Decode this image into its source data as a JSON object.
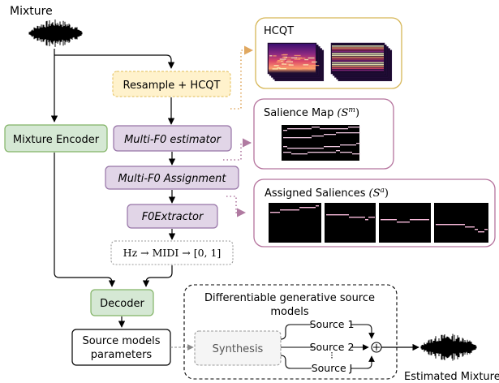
{
  "labels": {
    "mixture": "Mixture",
    "estimated_mixture": "Estimated Mixture",
    "resample_hcqt": "Resample + HCQT",
    "mixture_encoder": "Mixture Encoder",
    "multi_f0_estimator": "Multi-F0 estimator",
    "multi_f0_assignment": "Multi-F0 Assignment",
    "f0_extractor": "F0Extractor",
    "hz_midi": "Hz → MIDI → [0, 1]",
    "decoder": "Decoder",
    "source_models_line1": "Source models",
    "source_models_line2": "parameters",
    "synthesis": "Synthesis",
    "hcqt": "HCQT",
    "salience_map": "Salience Map",
    "salience_map_symbol": "(S",
    "salience_map_sup": "m",
    "salience_map_close": ")",
    "assigned_saliences": "Assigned Saliences",
    "assigned_saliences_symbol": "(S",
    "assigned_saliences_sup": "a",
    "assigned_saliences_close": ")",
    "diff_models_line1": "Differentiable generative source",
    "diff_models_line2": "models",
    "source_1": "Source 1",
    "source_2": "Source 2",
    "source_j": "Source J",
    "sum_symbol": "+"
  },
  "colors": {
    "yellow_fill": "#fff2cc",
    "yellow_border": "#e8c870",
    "purple_fill": "#e1d5e7",
    "purple_border": "#9673a6",
    "green_fill": "#d5e8d4",
    "green_border": "#82b366",
    "gray_fill": "#f5f5f5",
    "gray_border": "#999999",
    "hcqt_panel_border": "#d6b656",
    "salience_panel_border": "#b5739d",
    "dotted_orange": "#e0a860",
    "dotted_purple": "#b07aa1"
  }
}
